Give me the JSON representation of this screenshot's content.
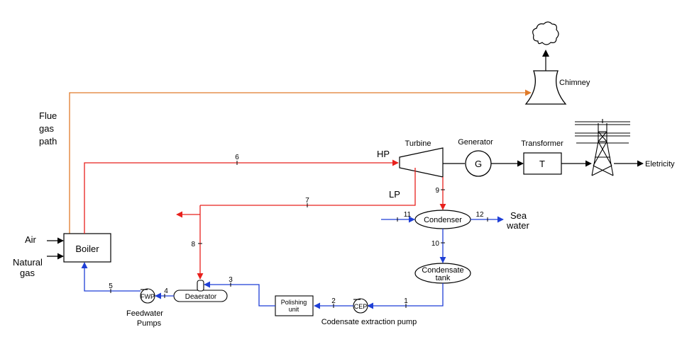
{
  "colors": {
    "flue": "#e07b2a",
    "steam": "#e8201c",
    "water": "#1f3fd6",
    "black": "#000000"
  },
  "labels": {
    "chimney": "Chimney",
    "flue_gas": [
      "Flue",
      "gas",
      "path"
    ],
    "turbine": "Turbine",
    "generator": "Generator",
    "generator_symbol": "G",
    "transformer": "Transformer",
    "transformer_symbol": "T",
    "electricity": "Eletricity",
    "hp": "HP",
    "lp": "LP",
    "condenser": "Condenser",
    "sea_water": [
      "Sea",
      "water"
    ],
    "condensate_tank": [
      "Condensate",
      "tank"
    ],
    "polishing_unit": [
      "Polishing",
      "unit"
    ],
    "cep": "CEP",
    "cep_caption": "Codensate extraction pump",
    "deaerator": "Deaerator",
    "fwp": "FWP",
    "feedwater_pumps": [
      "Feedwater",
      "Pumps"
    ],
    "boiler": "Boiler",
    "air": "Air",
    "natural_gas": [
      "Natural",
      "gas"
    ]
  },
  "streams": {
    "s1": "1",
    "s2": "2",
    "s3": "3",
    "s4": "4",
    "s5": "5",
    "s6": "6",
    "s7": "7",
    "s8": "8",
    "s9": "9",
    "s10": "10",
    "s11": "11",
    "s12": "12"
  }
}
